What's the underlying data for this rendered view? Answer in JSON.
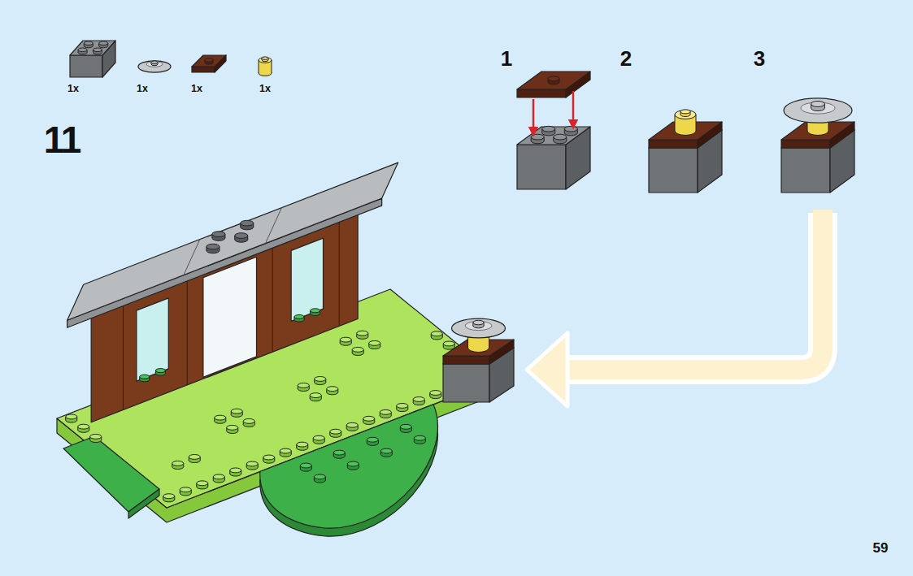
{
  "diagram": {
    "nodes": [
      {
        "text": [
          "1x",
          "1x",
          "1x",
          "1x"
        ]
      },
      {
        "text": [
          "1",
          "2",
          "3"
        ]
      }
    ],
    "labels": [
      "11",
      "59"
    ]
  }
}
